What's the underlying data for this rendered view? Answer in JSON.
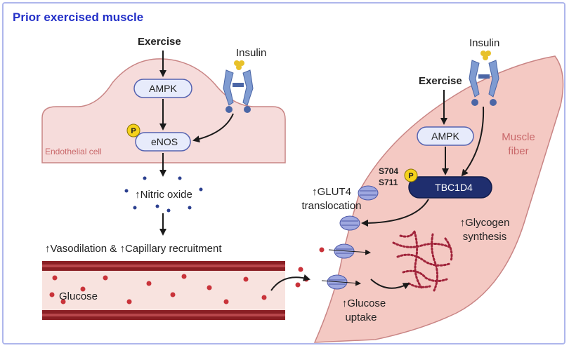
{
  "title": "Prior exercised muscle",
  "endothelial": {
    "exercise": "Exercise",
    "insulin": "Insulin",
    "ampk": "AMPK",
    "p": "P",
    "enos": "eNOS",
    "cell_label": "Endothelial cell"
  },
  "nitric_oxide": "↑Nitric oxide",
  "vasodilation": "↑Vasodilation & ↑Capillary recruitment",
  "glucose": "Glucose",
  "muscle": {
    "insulin": "Insulin",
    "exercise": "Exercise",
    "ampk": "AMPK",
    "fiber_line1": "Muscle",
    "fiber_line2": "fiber",
    "site1": "S704",
    "site2": "S711",
    "p": "P",
    "tbc1d4": "TBC1D4",
    "glut4_line1": "↑GLUT4",
    "glut4_line2": "translocation",
    "glycogen_line1": "↑Glycogen",
    "glycogen_line2": "synthesis",
    "uptake_line1": "↑Glucose",
    "uptake_line2": "uptake"
  },
  "colors": {
    "title": "#2330c8",
    "cell_fill": "#f6dcdb",
    "cell_stroke": "#c98585",
    "fiber_fill": "#f4c9c3",
    "vessel_dark": "#8a1f24",
    "vessel_lumen": "#f8e3df",
    "glucose_dot": "#c9333a",
    "pill_fill": "#e7ebfb",
    "pill_stroke": "#5562b0",
    "tbc_fill": "#1f2e6e",
    "p_fill": "#f5d21c",
    "glycogen": "#a0233a"
  }
}
